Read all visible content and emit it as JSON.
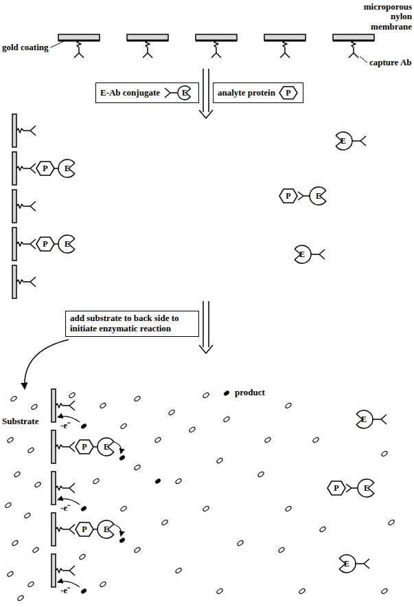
{
  "diagram": {
    "nodes": [
      {
        "text": [
          "E-Ab conjugate",
          "E"
        ]
      },
      {
        "text": [
          "analyte protein",
          "P"
        ]
      },
      {
        "text": [
          "add substrate to back side to initiate enzymatic reaction"
        ]
      }
    ],
    "labels": [
      "microporous nylon membrane",
      "gold coating",
      "capture Ab",
      "P",
      "E",
      "P",
      "E",
      "E",
      "P",
      "E",
      "E",
      "P",
      "E",
      "P",
      "E",
      "E",
      "P",
      "E",
      "E",
      "Substrate",
      "product",
      "-e⁻",
      "-e⁻",
      "-e⁻"
    ]
  }
}
